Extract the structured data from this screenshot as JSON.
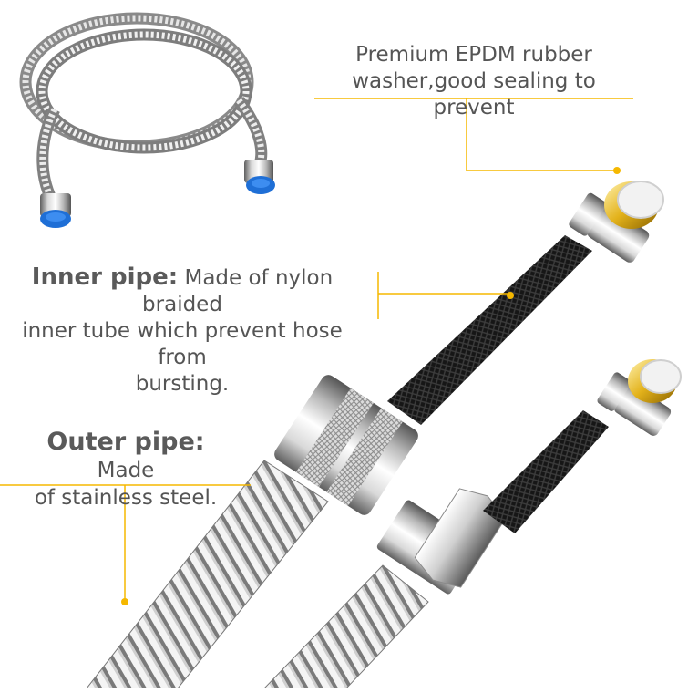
{
  "annotations": {
    "washer": {
      "line1": "Premium EPDM rubber",
      "line2": "washer,good sealing to prevent"
    },
    "inner_pipe": {
      "title": "Inner pipe:",
      "line1_rest": " Made of nylon braided",
      "line2": "inner tube which prevent hose from",
      "line3": "bursting."
    },
    "outer_pipe": {
      "title": "Outer pipe:",
      "line1_rest": " Made",
      "line2": "of stainless steel."
    }
  },
  "colors": {
    "accent": "#f5b800",
    "text": "#555555",
    "steel_light": "#e8e8e8",
    "steel_dark": "#6e6e6e",
    "braid": "#1c1c1c",
    "cap_blue": "#1f6fd6",
    "brass": "#e3b21b"
  },
  "icons": {
    "coiled_hose": "coiled-hose-image",
    "hose_end": "hose-end-image"
  }
}
